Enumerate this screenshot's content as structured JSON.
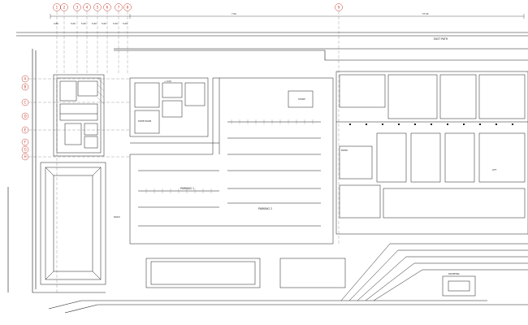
{
  "drawing": {
    "grid_columns": [
      "1",
      "2",
      "3",
      "4",
      "5",
      "6",
      "7",
      "8",
      "9"
    ],
    "grid_rows": [
      "A",
      "B",
      "C",
      "D",
      "E",
      "F",
      "G",
      "H"
    ],
    "column_dims": [
      "4.80",
      "5.00",
      "5.00",
      "5.00",
      "5.00",
      "5.00",
      "5.00"
    ],
    "overall_dim": "7.00",
    "right_dim": "57.00",
    "labels": {
      "east_path": "EAST PATH",
      "parking_1": "PARKING 1",
      "parking_2": "PARKING 2",
      "slab_level": "+ 0.00",
      "entry": "ENTRY",
      "pump_room": "PUMP ROOM",
      "road": "ROAD",
      "store": "STORE",
      "dropping": "DROPPING",
      "lift": "LIFT"
    },
    "colors": {
      "line": "#1a1a1a",
      "bubble": "#c0392b",
      "paper": "#ffffff"
    }
  }
}
